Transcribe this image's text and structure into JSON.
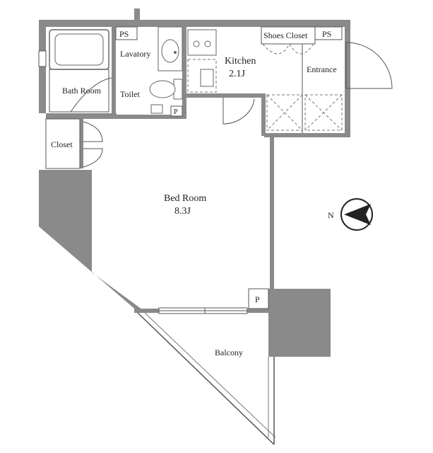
{
  "rooms": {
    "bathroom": "Bath Room",
    "lavatory": "Lavatory",
    "toilet": "Toilet",
    "kitchen": "Kitchen",
    "kitchen_size": "2.1J",
    "shoes_closet": "Shoes Closet",
    "entrance": "Entrance",
    "closet": "Closet",
    "bedroom": "Bed Room",
    "bedroom_size": "8.3J",
    "balcony": "Balcony"
  },
  "marks": {
    "ps_left": "PS",
    "ps_right": "PS",
    "p_toilet": "P",
    "p_balcony": "P",
    "north": "N"
  }
}
